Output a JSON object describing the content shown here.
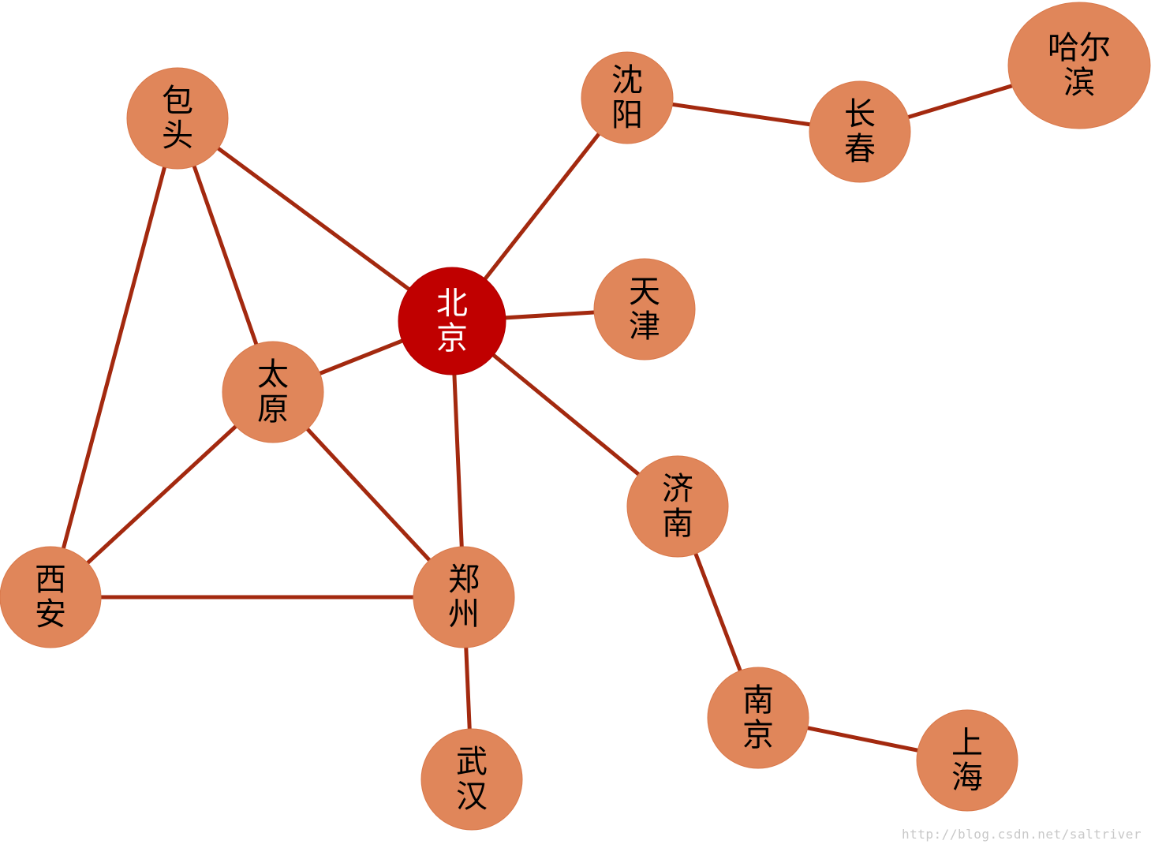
{
  "graph": {
    "nodes": [
      {
        "id": "beijing",
        "label": "北京",
        "highlight_color": "#c00000",
        "text_color": "#ffffff",
        "highlighted": true
      },
      {
        "id": "baotou",
        "label": "包头"
      },
      {
        "id": "shenyang",
        "label": "沈阳"
      },
      {
        "id": "changchun",
        "label": "长春"
      },
      {
        "id": "harbin",
        "label": "哈尔滨"
      },
      {
        "id": "tianjin",
        "label": "天津"
      },
      {
        "id": "taiyuan",
        "label": "太原"
      },
      {
        "id": "jinan",
        "label": "济南"
      },
      {
        "id": "xian",
        "label": "西安"
      },
      {
        "id": "zhengzhou",
        "label": "郑州"
      },
      {
        "id": "wuhan",
        "label": "武汉"
      },
      {
        "id": "nanjing",
        "label": "南京"
      },
      {
        "id": "shanghai",
        "label": "上海"
      }
    ],
    "edges": [
      [
        "beijing",
        "baotou"
      ],
      [
        "beijing",
        "shenyang"
      ],
      [
        "beijing",
        "tianjin"
      ],
      [
        "beijing",
        "taiyuan"
      ],
      [
        "beijing",
        "zhengzhou"
      ],
      [
        "beijing",
        "jinan"
      ],
      [
        "shenyang",
        "changchun"
      ],
      [
        "changchun",
        "harbin"
      ],
      [
        "baotou",
        "taiyuan"
      ],
      [
        "baotou",
        "xian"
      ],
      [
        "taiyuan",
        "xian"
      ],
      [
        "taiyuan",
        "zhengzhou"
      ],
      [
        "xian",
        "zhengzhou"
      ],
      [
        "zhengzhou",
        "wuhan"
      ],
      [
        "jinan",
        "nanjing"
      ],
      [
        "nanjing",
        "shanghai"
      ]
    ],
    "node_color": "#e0865a",
    "edge_color": "#a3290f"
  },
  "watermark": "http://blog.csdn.net/saltriver"
}
